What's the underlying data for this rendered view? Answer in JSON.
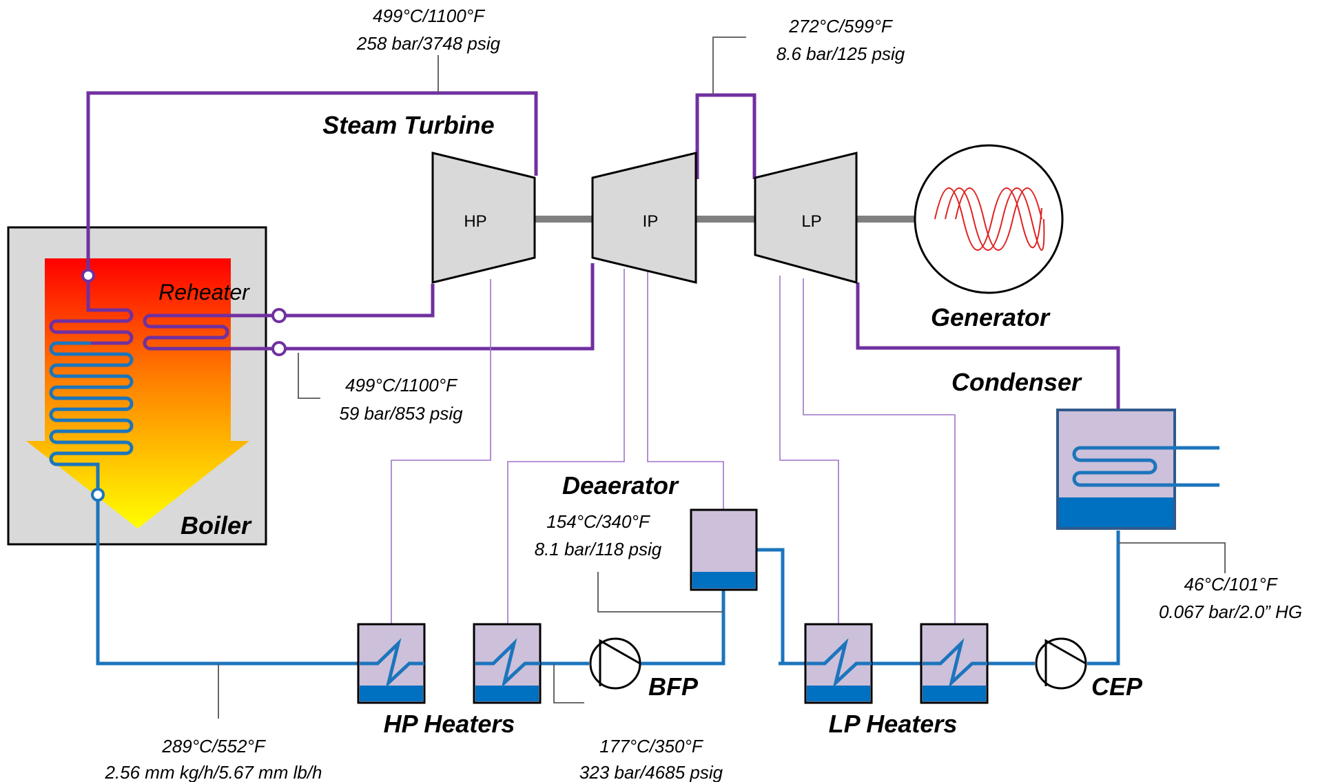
{
  "titles": {
    "steam_turbine": "Steam Turbine",
    "generator": "Generator",
    "condenser": "Condenser",
    "boiler": "Boiler",
    "reheater": "Reheater",
    "deaerator": "Deaerator",
    "hp_heaters": "HP Heaters",
    "lp_heaters": "LP Heaters",
    "bfp": "BFP",
    "cep": "CEP"
  },
  "stages": {
    "hp": "HP",
    "ip": "IP",
    "lp": "LP"
  },
  "annotations": {
    "main_steam": {
      "temp": "499°C/1100°F",
      "press": "258 bar/3748 psig"
    },
    "crossover": {
      "temp": "272°C/599°F",
      "press": "8.6 bar/125 psig"
    },
    "reheat": {
      "temp": "499°C/1100°F",
      "press": "59 bar/853 psig"
    },
    "deaerator": {
      "temp": "154°C/340°F",
      "press": "8.1 bar/118 psig"
    },
    "condenser": {
      "temp": "46°C/101°F",
      "press": "0.067 bar/2.0” HG"
    },
    "feedwater": {
      "temp": "289°C/552°F",
      "flow": "2.56 mm kg/h/5.67 mm lb/h"
    },
    "bfp_discharge": {
      "temp": "177°C/350°F",
      "press": "323 bar/4685 psig"
    }
  },
  "colors": {
    "steam": "#7030a0",
    "bleed_steam": "#9e72c8",
    "water": "#1c75bc",
    "water_level": "#0070c0",
    "heater_fill": "#ccc0da",
    "turbine_fill": "#d9d9d9",
    "boiler_fill": "#d9d9d9",
    "flame_top": "#ff0000",
    "flame_bottom": "#ffff00",
    "generator_wave": "#e02020",
    "shaft": "#808080"
  }
}
